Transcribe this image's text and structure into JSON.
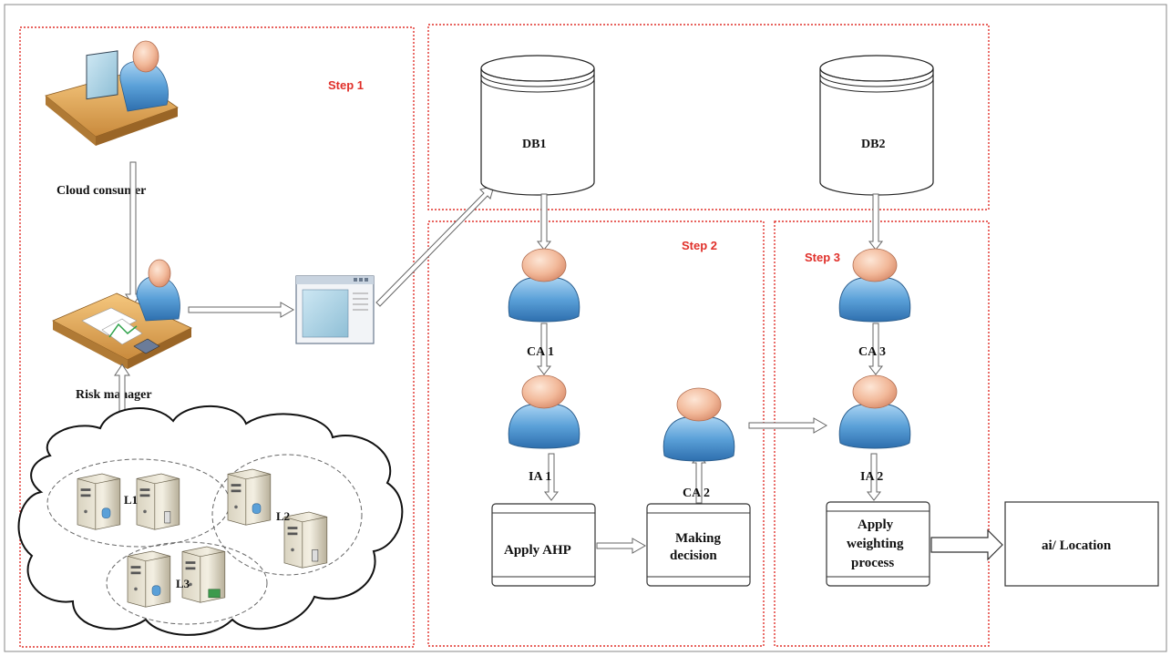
{
  "steps": [
    "Step 1",
    "Step 2",
    "Step 3"
  ],
  "actors": {
    "cloud_consumer": "Cloud consumer",
    "risk_manager": "Risk manager"
  },
  "databases": [
    "DB1",
    "DB2"
  ],
  "agents": {
    "ca1": "CA 1",
    "ia1": "IA 1",
    "ca2": "CA 2",
    "ca3": "CA 3",
    "ia2": "IA 2"
  },
  "process_boxes": {
    "apply_ahp": "Apply AHP",
    "making_decision_l1": "Making",
    "making_decision_l2": "decision",
    "weighting_l1": "Apply",
    "weighting_l2": "weighting",
    "weighting_l3": "process",
    "output": "ai/ Location"
  },
  "cloud_locations": [
    "L1",
    "L2",
    "L3"
  ],
  "colors": {
    "step_border": "#e0302a",
    "step_text": "#e0302a",
    "agent_body": "#5aa0d8",
    "agent_head": "#f2b99a"
  }
}
